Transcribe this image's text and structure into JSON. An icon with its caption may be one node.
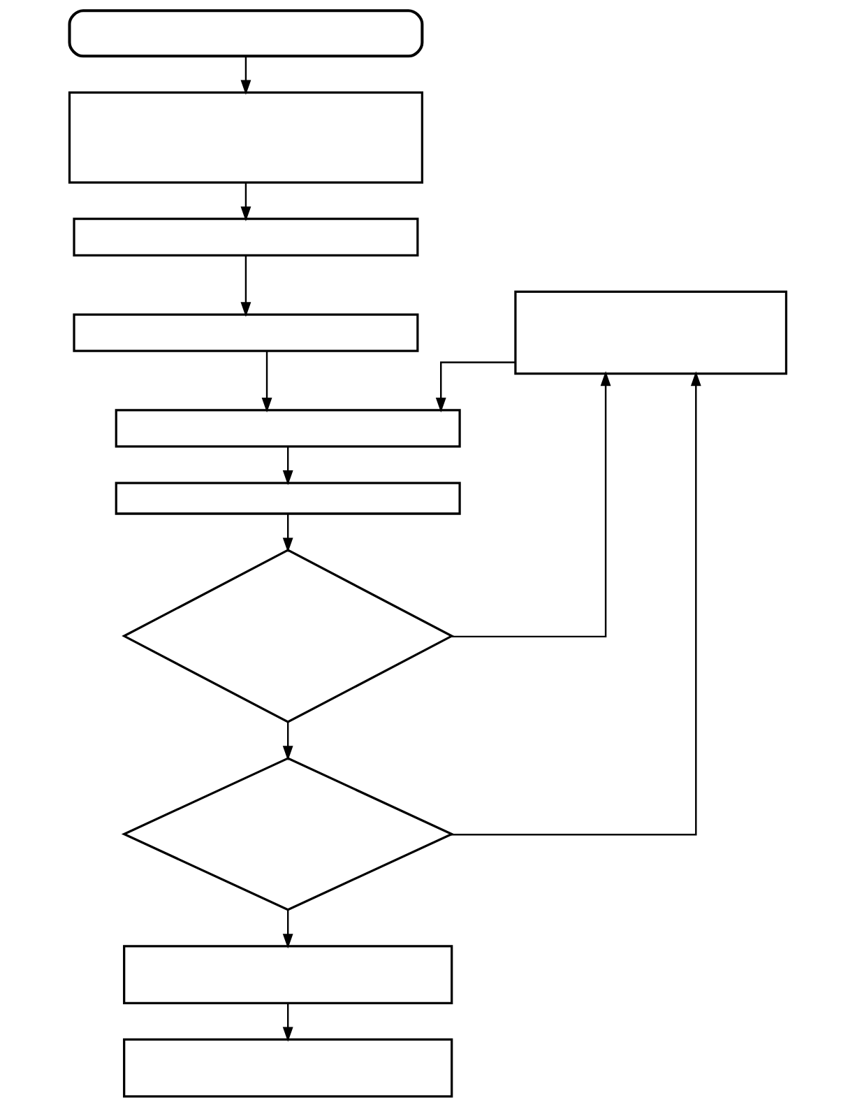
{
  "diagram": {
    "nodes": [
      {
        "text": [],
        "shape": "oval"
      },
      {
        "text": [],
        "shape": "box"
      },
      {
        "text": [],
        "shape": "box"
      },
      {
        "text": [],
        "shape": "box"
      },
      {
        "text": [],
        "shape": "box"
      },
      {
        "text": [],
        "shape": "box"
      },
      {
        "text": [],
        "shape": "box"
      },
      {
        "text": [],
        "shape": "diamond"
      },
      {
        "text": [],
        "shape": "diamond"
      },
      {
        "text": [],
        "shape": "box"
      },
      {
        "text": [],
        "shape": "box"
      }
    ],
    "edges": [
      {
        "from": 0,
        "to": 1,
        "arrow": "to"
      },
      {
        "from": 1,
        "to": 2,
        "arrow": "to"
      },
      {
        "from": 2,
        "to": 3,
        "arrow": "to"
      },
      {
        "from": 3,
        "to": 5,
        "arrow": "to"
      },
      {
        "from": 5,
        "to": 6,
        "arrow": "to"
      },
      {
        "from": 6,
        "to": 7,
        "arrow": "to"
      },
      {
        "from": 7,
        "to": 8,
        "arrow": "to"
      },
      {
        "from": 8,
        "to": 9,
        "arrow": "to"
      },
      {
        "from": 9,
        "to": 10,
        "arrow": "to"
      },
      {
        "from": 7,
        "to": 4,
        "arrow": "to"
      },
      {
        "from": 8,
        "to": 4,
        "arrow": "to"
      },
      {
        "from": 4,
        "to": 5,
        "arrow": "to"
      }
    ]
  }
}
